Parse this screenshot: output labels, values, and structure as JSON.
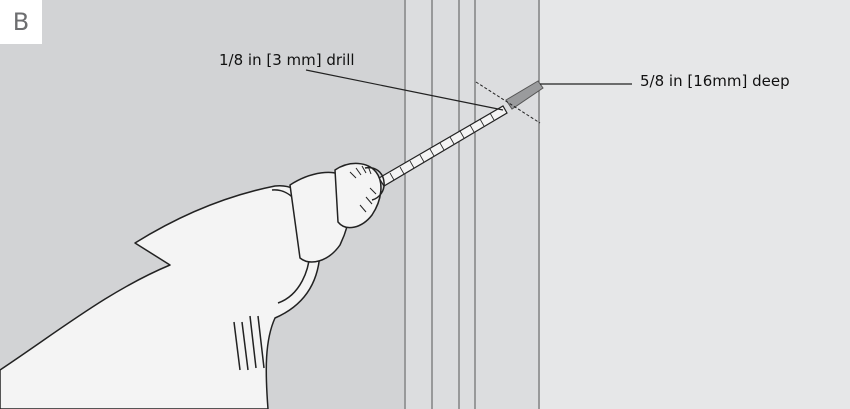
{
  "step": {
    "badge": "B"
  },
  "callouts": {
    "drill_size": "1/8 in [3 mm] drill",
    "hole_depth": "5/8 in [16mm] deep"
  },
  "colors": {
    "background": "#d2d3d5",
    "wall_face": "#e6e7e8",
    "frame": "#dedfe0",
    "drill_body": "#f4f4f4",
    "outline": "#222222",
    "hole_fill": "#9a9b9d",
    "badge_text": "#6d6e70"
  },
  "icons": {
    "drill": "power-drill-illustration",
    "drill_bit": "twist-drill-bit",
    "hole": "pilot-hole-marker"
  }
}
